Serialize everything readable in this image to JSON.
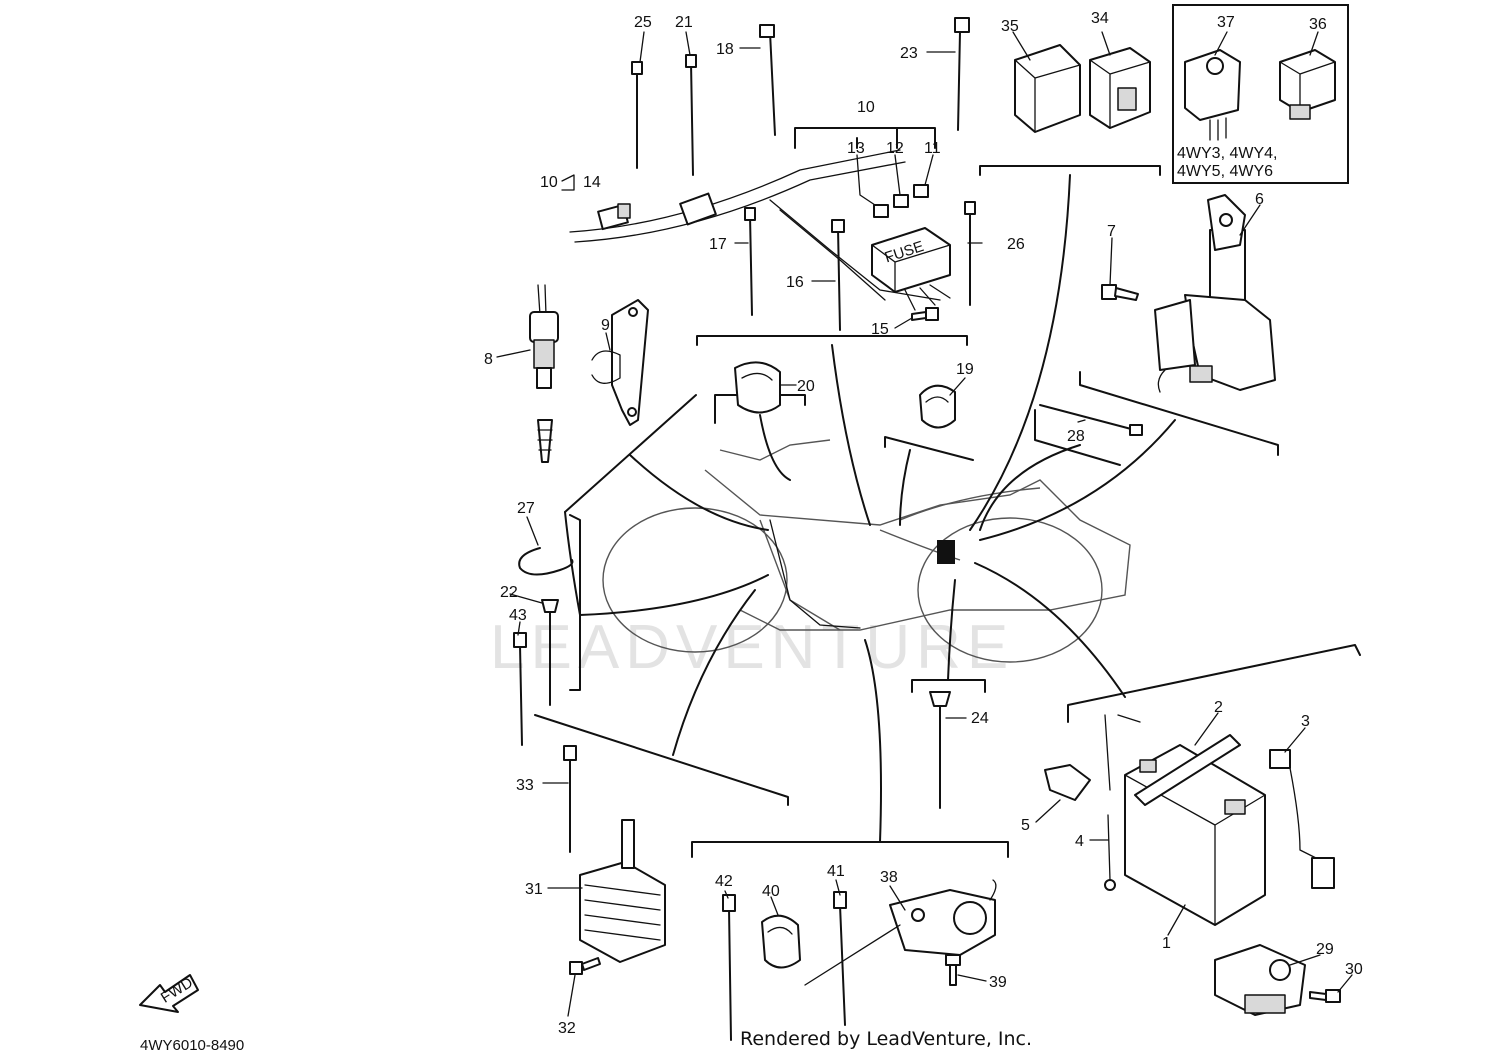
{
  "diagram": {
    "callouts": [
      "1",
      "2",
      "3",
      "4",
      "5",
      "6",
      "7",
      "8",
      "9",
      "10",
      "11",
      "12",
      "13",
      "14",
      "15",
      "16",
      "17",
      "18",
      "19",
      "20",
      "21",
      "22",
      "23",
      "24",
      "25",
      "26",
      "27",
      "28",
      "29",
      "30",
      "31",
      "32",
      "33",
      "34",
      "35",
      "36",
      "37",
      "38",
      "39",
      "40",
      "41",
      "42",
      "43"
    ],
    "sub_callout_parent": "10",
    "fuse_label": "FUSE",
    "fwd_label": "FWD",
    "model_note_line1": "4WY3, 4WY4,",
    "model_note_line2": "4WY5, 4WY6",
    "watermark": "LEADVENTURE",
    "diagram_code": "4WY6010-8490",
    "credit": "Rendered by LeadVenture, Inc."
  }
}
